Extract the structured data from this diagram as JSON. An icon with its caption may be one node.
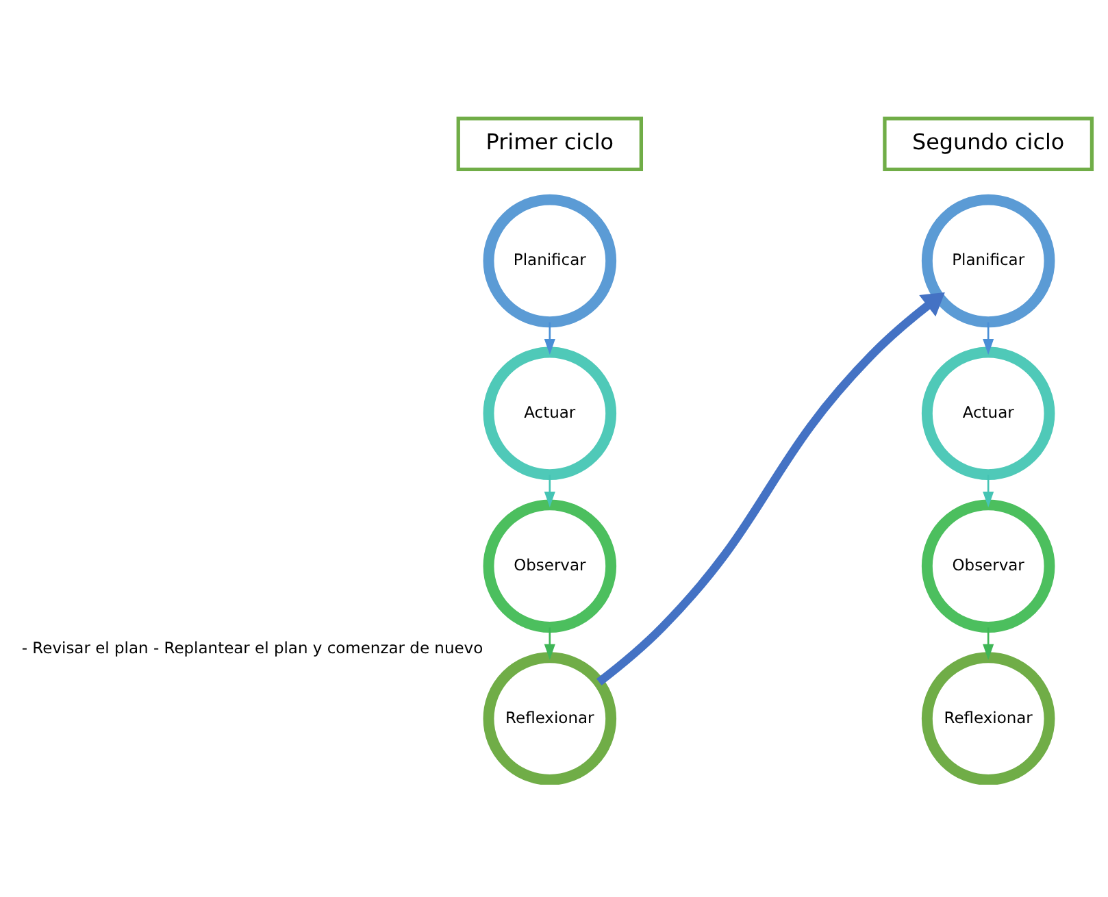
{
  "diagram": {
    "nodes": [
      {
        "text": [
          "Primer ciclo"
        ]
      },
      {
        "text": [
          "Planificar"
        ]
      },
      {
        "text": [
          "Actuar"
        ]
      },
      {
        "text": [
          "Observar"
        ]
      },
      {
        "text": [
          "Reflexionar"
        ],
        "beside": [
          "- Revisar el plan - Replantear el plan y comenzar de nuevo"
        ]
      },
      {
        "text": [
          "Segundo ciclo"
        ]
      },
      {
        "text": [
          "Planificar"
        ]
      },
      {
        "text": [
          "Actuar"
        ]
      },
      {
        "text": [
          "Observar"
        ]
      },
      {
        "text": [
          "Reflexionar"
        ]
      }
    ],
    "edges": [
      {
        "from": 1,
        "to": 2,
        "arrow": "to",
        "color": "#4a8fd6"
      },
      {
        "from": 2,
        "to": 3,
        "arrow": "to",
        "color": "#45c4b4"
      },
      {
        "from": 3,
        "to": 4,
        "arrow": "to",
        "color": "#3fb656"
      },
      {
        "from": 4,
        "to": 6,
        "arrow": "to",
        "style": "thick",
        "color": "#4472c4"
      },
      {
        "from": 6,
        "to": 7,
        "arrow": "to",
        "color": "#4a8fd6"
      },
      {
        "from": 7,
        "to": 8,
        "arrow": "to",
        "color": "#45c4b4"
      },
      {
        "from": 8,
        "to": 9,
        "arrow": "to",
        "color": "#3fb656"
      }
    ]
  }
}
